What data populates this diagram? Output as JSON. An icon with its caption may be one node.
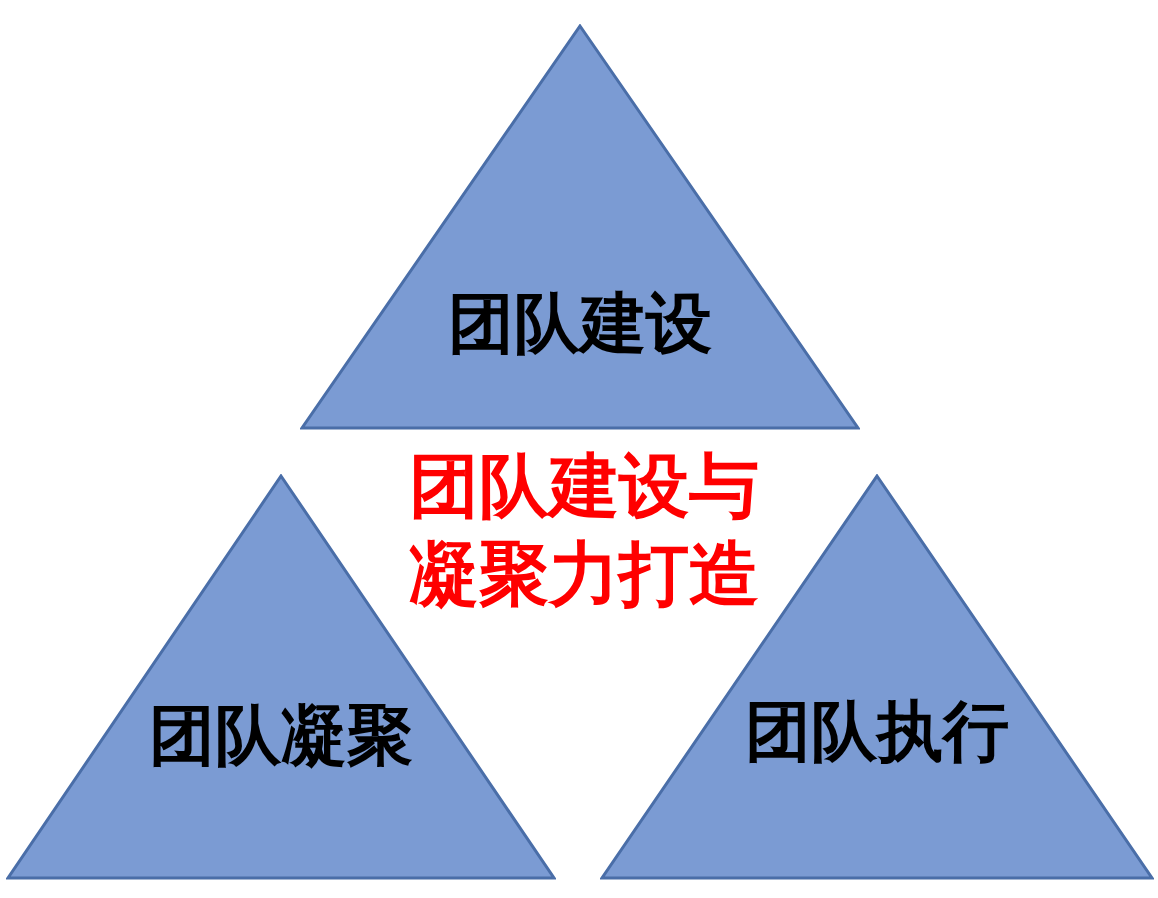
{
  "diagram": {
    "nodes": [
      {
        "text": [
          "团队建设"
        ]
      },
      {
        "text": [
          "团队凝聚"
        ]
      },
      {
        "text": [
          "团队执行"
        ]
      }
    ],
    "labels": [
      "团队建设与凝聚力打造"
    ]
  }
}
